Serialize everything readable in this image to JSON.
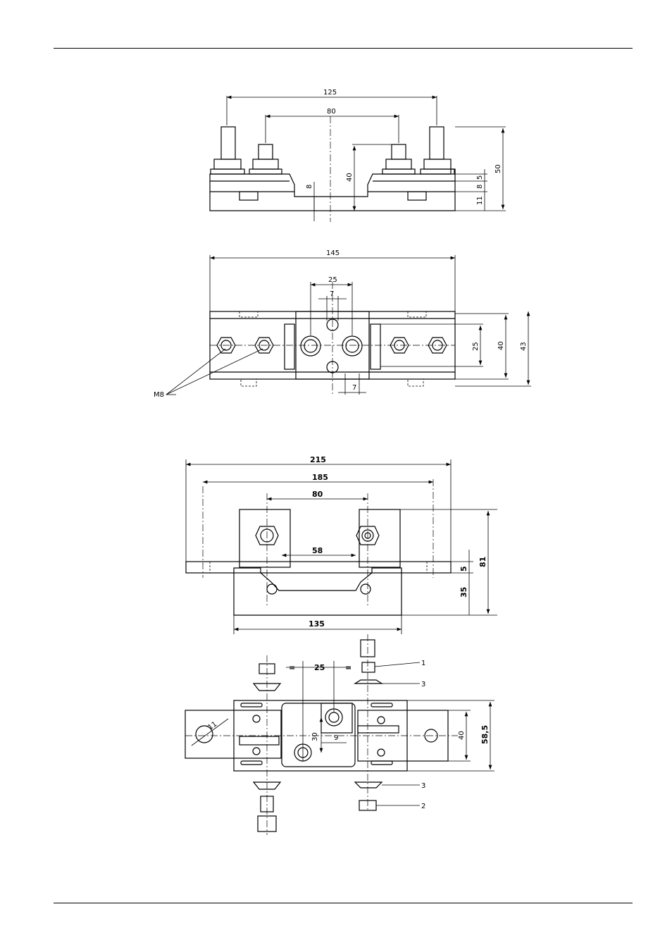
{
  "view1": {
    "d125": "125",
    "d80": "80",
    "d40": "40",
    "d8": "8",
    "d5": "5",
    "d8b": "8",
    "d11": "11",
    "d50": "50"
  },
  "view2": {
    "d145": "145",
    "d25": "25",
    "d7a": "7",
    "d7b": "7",
    "d25r": "25",
    "d40": "40",
    "d43": "43",
    "m8": "M8"
  },
  "view3": {
    "d215": "215",
    "d185": "185",
    "d80": "80",
    "d58": "58",
    "d135": "135",
    "d81": "81",
    "d5": "5",
    "d35": "35"
  },
  "view4": {
    "d25": "25",
    "d11": "11",
    "d30": "30",
    "d9": "9",
    "d40": "40",
    "d585": "58,5",
    "eq1": "=",
    "eq2": "=",
    "p1": "1",
    "p2": "2",
    "p3a": "3",
    "p3b": "3"
  }
}
